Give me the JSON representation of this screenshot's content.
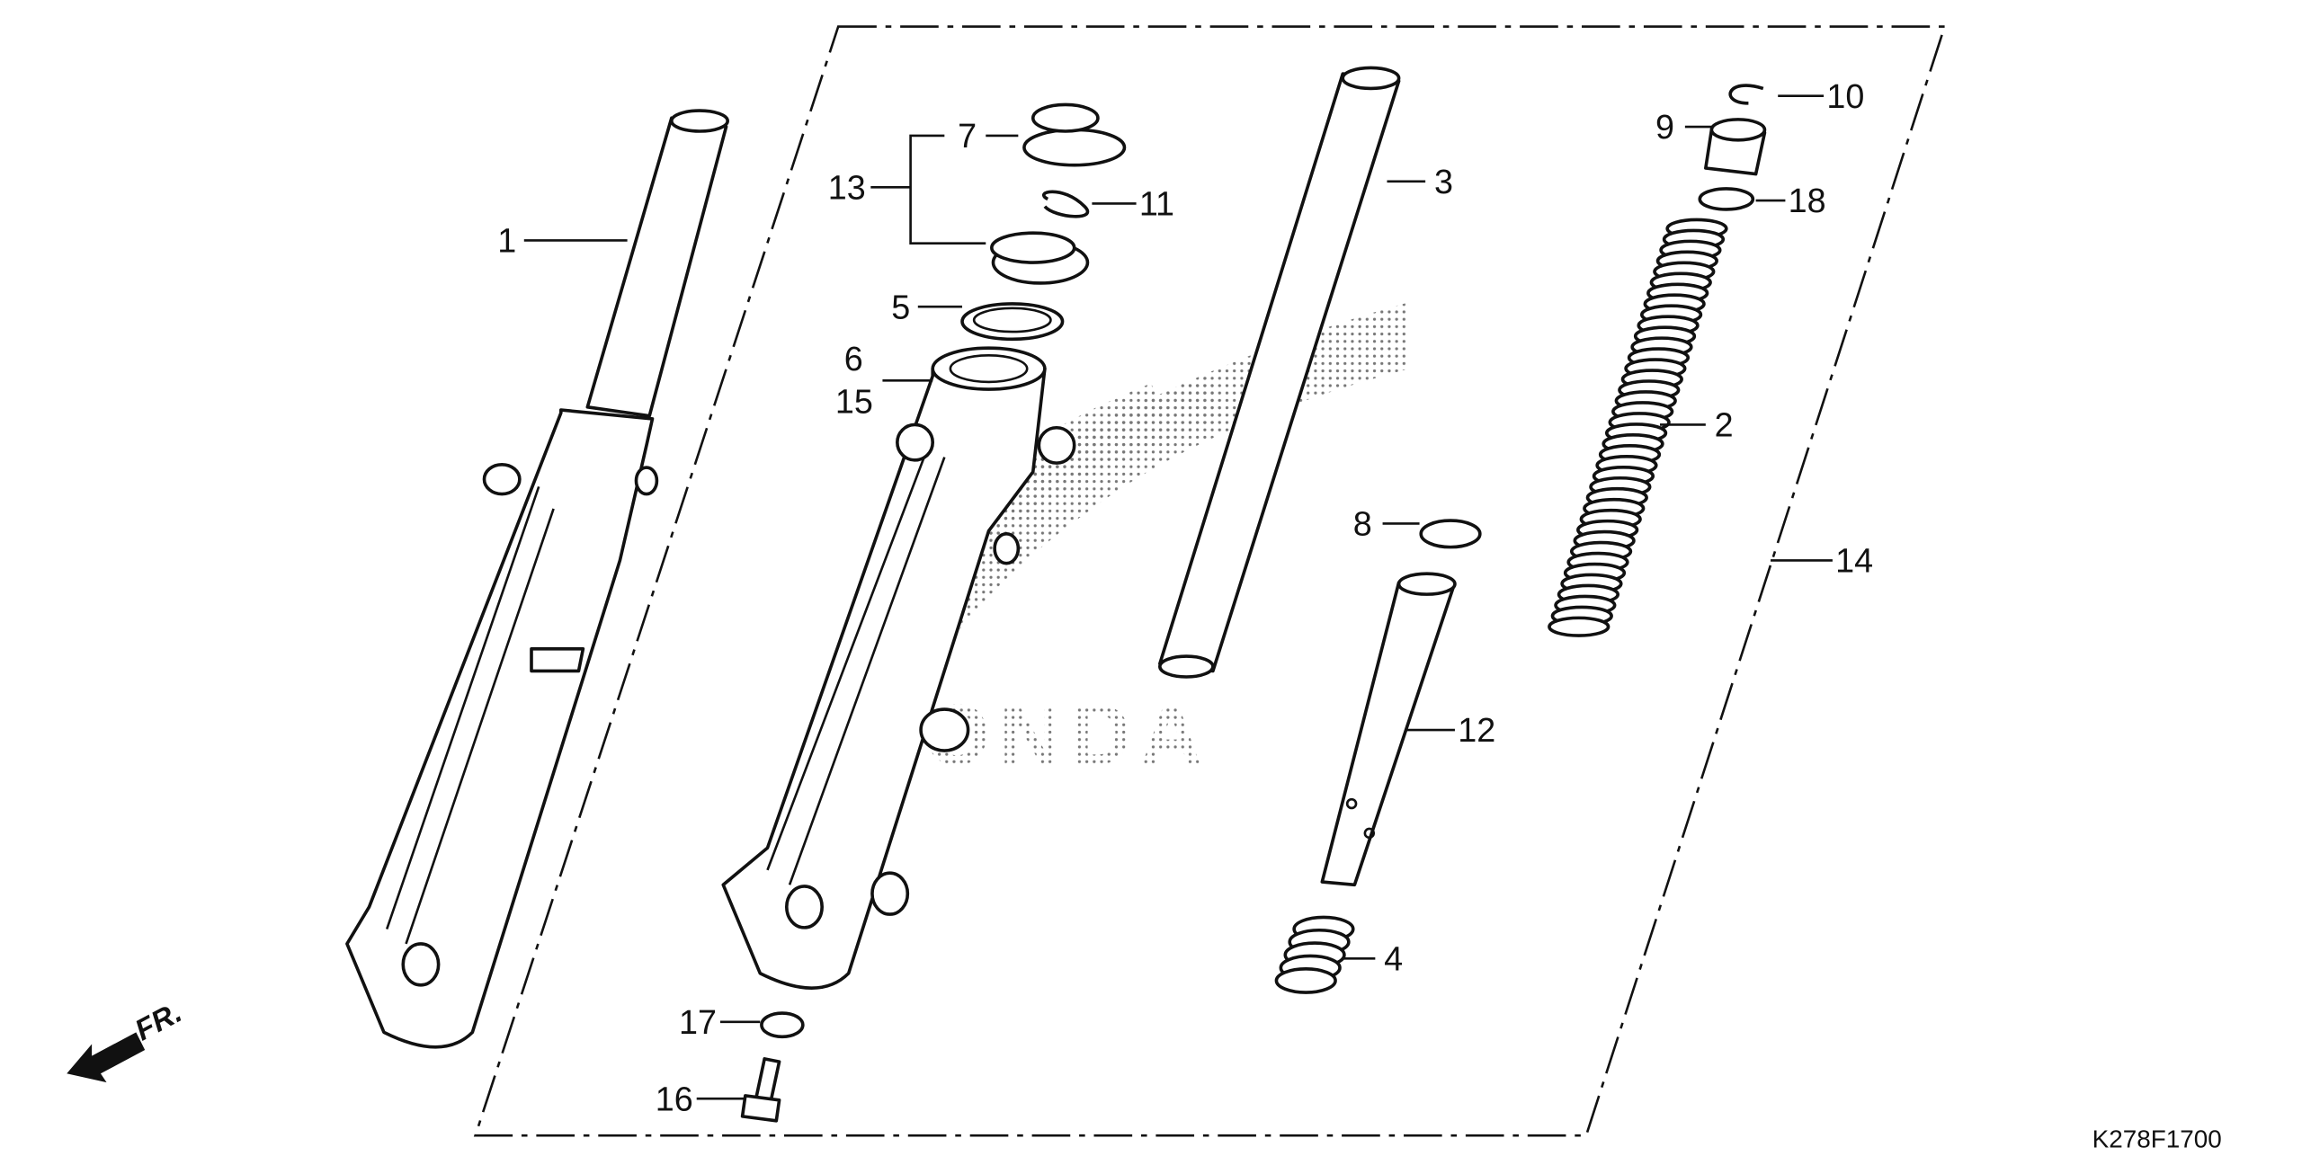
{
  "diagram": {
    "title_code": "K278F1700",
    "direction_label": "FR.",
    "watermark_logo": "HONDA",
    "callouts": [
      {
        "id": "1",
        "text": "1"
      },
      {
        "id": "2",
        "text": "2"
      },
      {
        "id": "3",
        "text": "3"
      },
      {
        "id": "4",
        "text": "4"
      },
      {
        "id": "5",
        "text": "5"
      },
      {
        "id": "6",
        "text": "6"
      },
      {
        "id": "7",
        "text": "7"
      },
      {
        "id": "8",
        "text": "8"
      },
      {
        "id": "9",
        "text": "9"
      },
      {
        "id": "10",
        "text": "10"
      },
      {
        "id": "11",
        "text": "11"
      },
      {
        "id": "12",
        "text": "12"
      },
      {
        "id": "13",
        "text": "13"
      },
      {
        "id": "14",
        "text": "14"
      },
      {
        "id": "15",
        "text": "15"
      },
      {
        "id": "16",
        "text": "16"
      },
      {
        "id": "17",
        "text": "17"
      },
      {
        "id": "18",
        "text": "18"
      }
    ]
  }
}
